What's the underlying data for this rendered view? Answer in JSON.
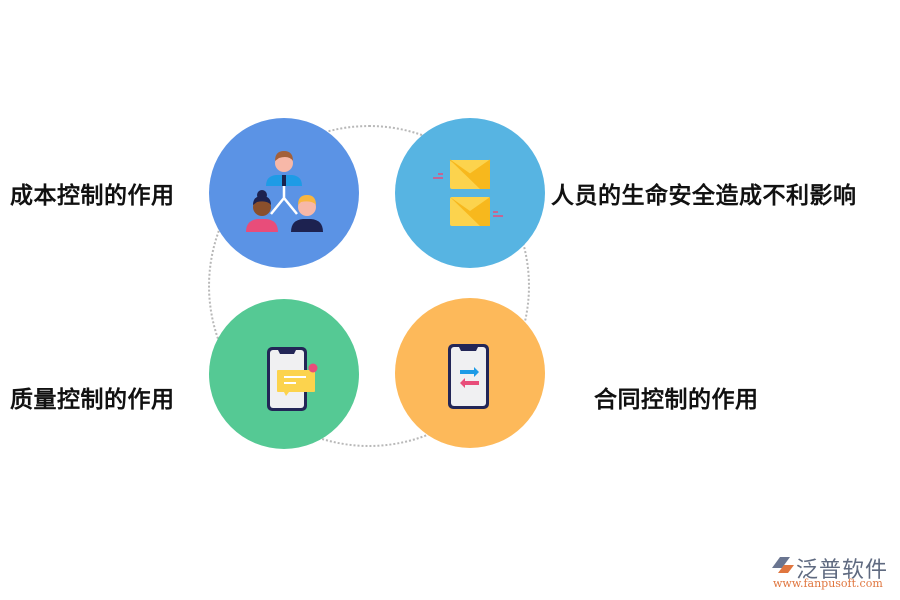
{
  "diagram": {
    "items": [
      {
        "label": "成本控制的作用",
        "icon": "team-hierarchy-icon",
        "color": "#5b93e5"
      },
      {
        "label": "人员的生命安全造成不利影响",
        "icon": "envelopes-icon",
        "color": "#57b4e2"
      },
      {
        "label": "质量控制的作用",
        "icon": "phone-message-icon",
        "color": "#55c994"
      },
      {
        "label": "合同控制的作用",
        "icon": "phone-transfer-icon",
        "color": "#fdb95a"
      }
    ],
    "ring_color": "#b8b8b8"
  },
  "branding": {
    "logo_text": "泛普软件",
    "logo_url": "www.fanpusoft.com",
    "logo_color": "#5f6a80",
    "url_color": "#e0763f"
  }
}
